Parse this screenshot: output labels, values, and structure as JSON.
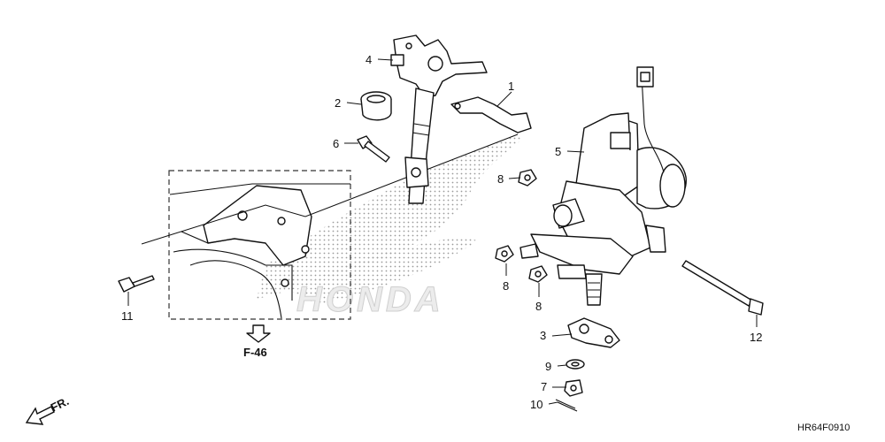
{
  "parts": [
    {
      "id": "callout-1",
      "label": "1"
    },
    {
      "id": "callout-2",
      "label": "2"
    },
    {
      "id": "callout-3",
      "label": "3"
    },
    {
      "id": "callout-4",
      "label": "4"
    },
    {
      "id": "callout-5",
      "label": "5"
    },
    {
      "id": "callout-6",
      "label": "6"
    },
    {
      "id": "callout-7",
      "label": "7"
    },
    {
      "id": "callout-8a",
      "label": "8"
    },
    {
      "id": "callout-8b",
      "label": "8"
    },
    {
      "id": "callout-8c",
      "label": "8"
    },
    {
      "id": "callout-9",
      "label": "9"
    },
    {
      "id": "callout-10",
      "label": "10"
    },
    {
      "id": "callout-11",
      "label": "11"
    },
    {
      "id": "callout-12",
      "label": "12"
    }
  ],
  "reference": {
    "arrow_icon": "down-arrow-icon",
    "label": "F-46"
  },
  "front_indicator": {
    "arrow_icon": "front-arrow-icon",
    "label": "FR."
  },
  "brand_watermark": "HONDA",
  "diagram_code": "HR64F0910"
}
